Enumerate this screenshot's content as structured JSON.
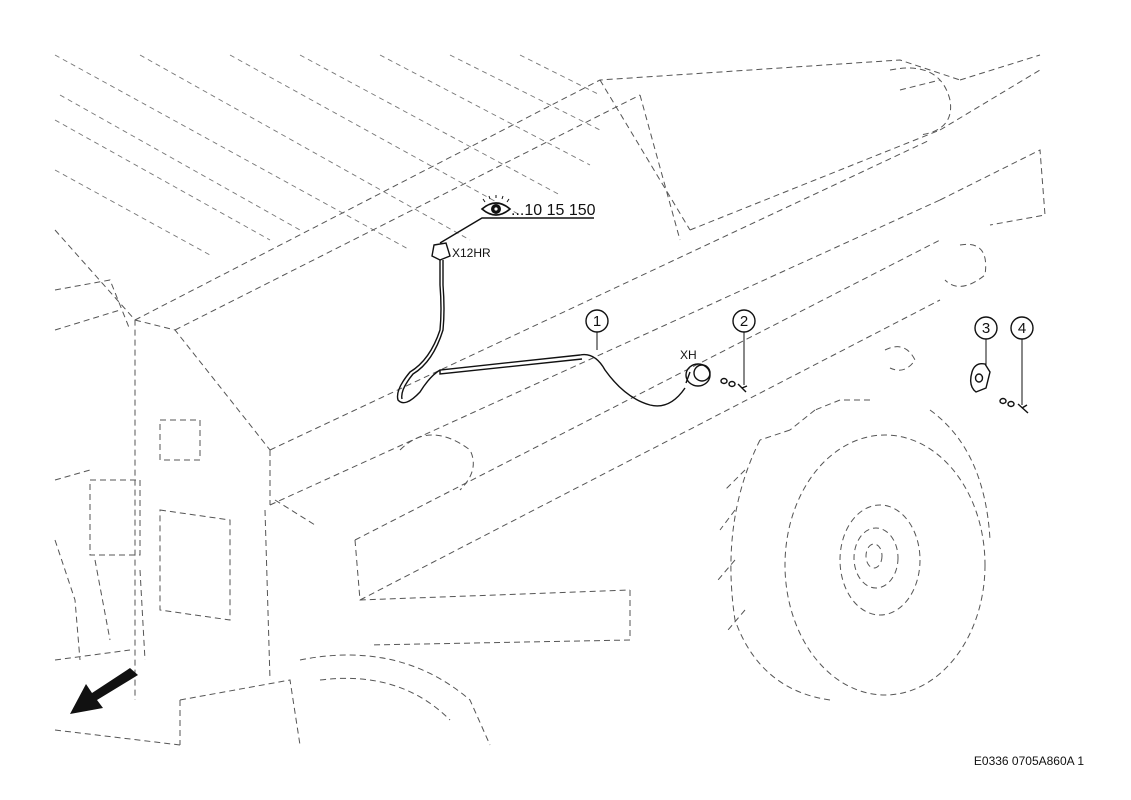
{
  "reference": {
    "icon": "eye-icon",
    "text": "...10 15 150"
  },
  "connectors": {
    "top": "X12HR",
    "mid": "XH"
  },
  "callouts": [
    {
      "number": "1"
    },
    {
      "number": "2"
    },
    {
      "number": "3"
    },
    {
      "number": "4"
    }
  ],
  "figure_code": "E0336 0705A860A 1",
  "direction_arrow_icon": "arrow-down-left-icon"
}
